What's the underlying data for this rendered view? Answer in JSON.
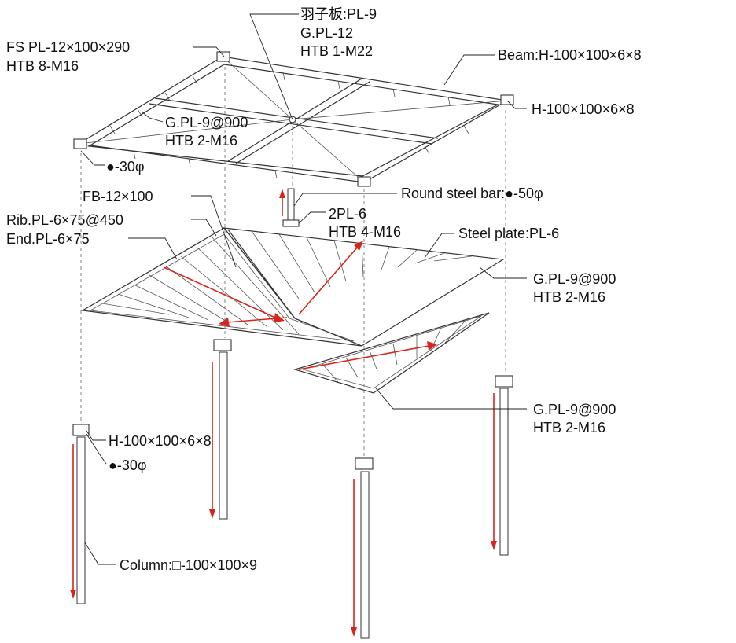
{
  "labels": {
    "hagoita": "羽子板:PL-9",
    "gpl12": "G.PL-12",
    "htb1": "HTB 1-M22",
    "fs": "FS PL-12×100×290",
    "htb8": "HTB 8-M16",
    "beam": "Beam:H-100×100×6×8",
    "hbeam": "H-100×100×6×8",
    "gpl9_top": "G.PL-9@900",
    "htb2_top": "HTB 2-M16",
    "dot30_top": "●-30φ",
    "fb": "FB-12×100",
    "rib": "Rib.PL-6×75@450",
    "end": "End.PL-6×75",
    "roundbar": "Round steel bar:●-50φ",
    "twopl": "2PL-6",
    "htb4": "HTB 4-M16",
    "steelplate": "Steel plate:PL-6",
    "gpl9_right": "G.PL-9@900",
    "htb2_right": "HTB 2-M16",
    "gpl9_low": "G.PL-9@900",
    "htb2_low": "HTB 2-M16",
    "hcol": "H-100×100×6×8",
    "dot30_low": "●-30φ",
    "column": "Column:□-100×100×9"
  },
  "colors": {
    "arrow": "#d9241b",
    "line": "#333333"
  }
}
